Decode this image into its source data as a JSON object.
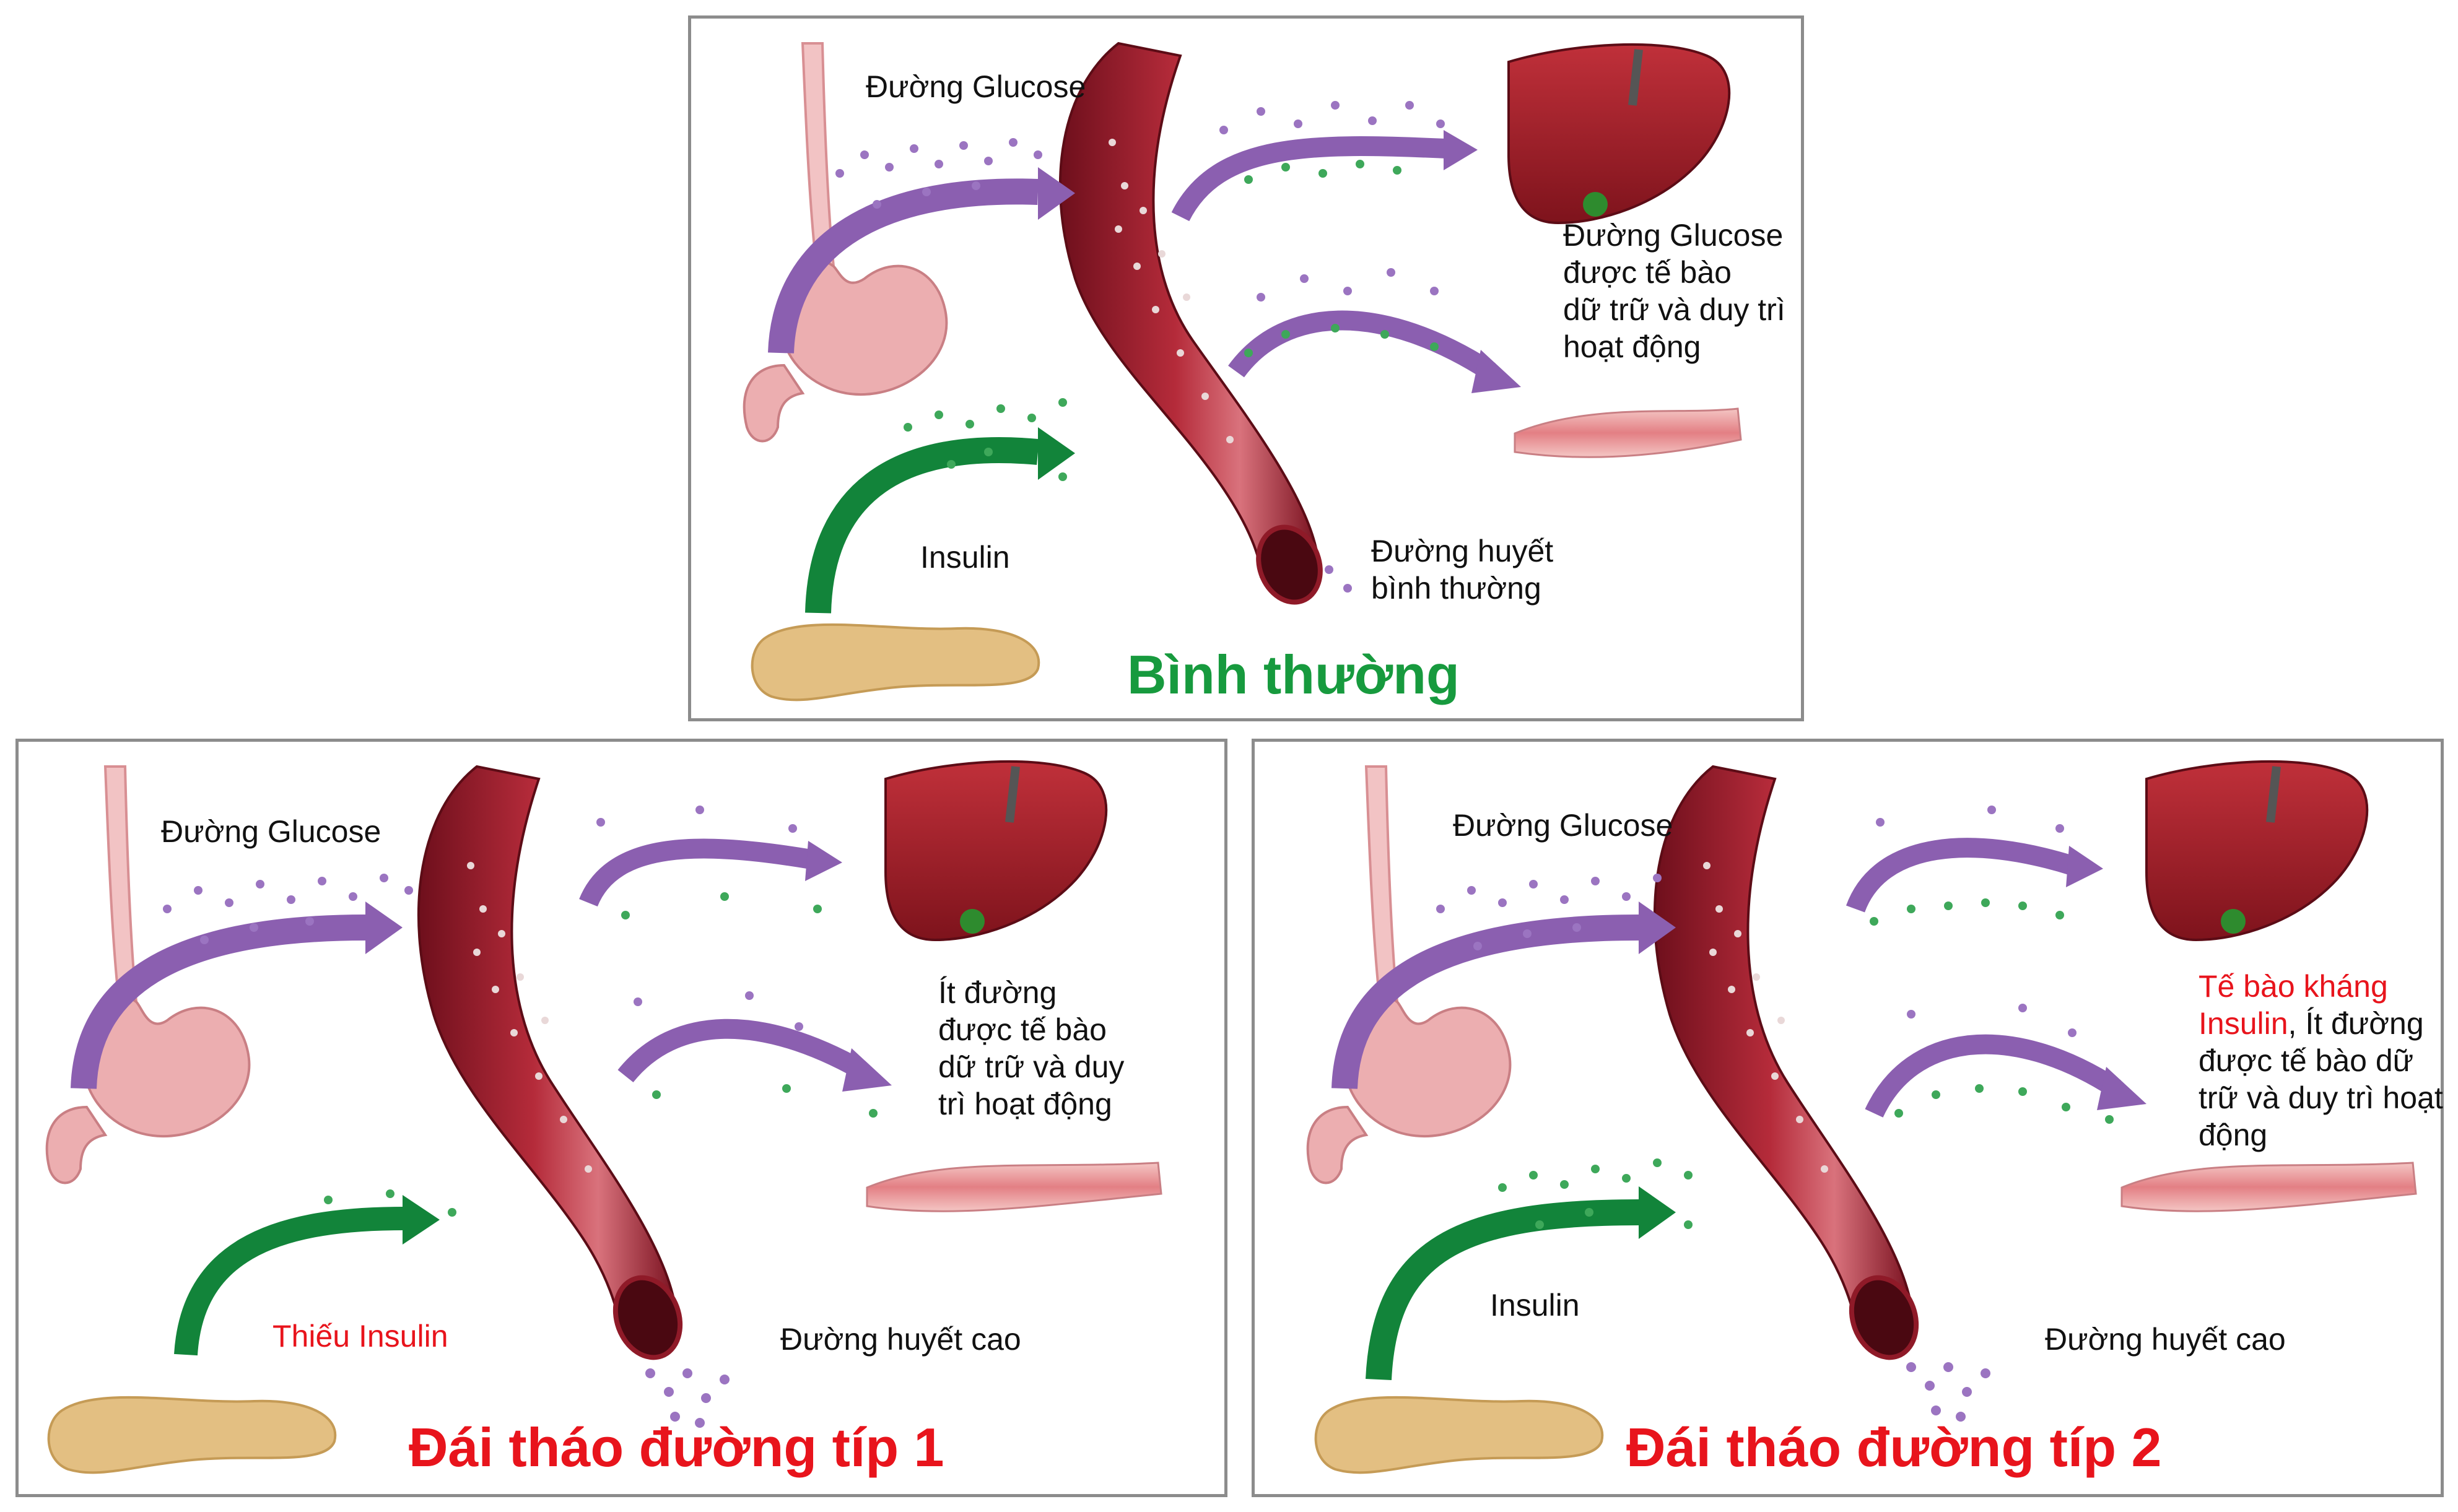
{
  "colors": {
    "purple": "#8b5fb0",
    "green": "#12843a",
    "vessel": "#9c1d2c",
    "liver": "#a01e26",
    "stomach": "#ecaeb0",
    "pancreas": "#e3bf82",
    "muscle": "#e99a9a",
    "title_green": "#179a3e",
    "title_red": "#e8141c"
  },
  "normal": {
    "title": "Bình thường",
    "glucose_label": "Đường Glucose",
    "insulin_label": "Insulin",
    "blood_label_l1": "Đường huyết",
    "blood_label_l2": "bình thường",
    "cell_label_l1": "Đường Glucose",
    "cell_label_l2": "được tế bào",
    "cell_label_l3": "dữ trữ và duy trì",
    "cell_label_l4": "hoạt động"
  },
  "type1": {
    "title": "Đái tháo đường típ 1",
    "glucose_label": "Đường Glucose",
    "insulin_label": "Thiếu Insulin",
    "blood_label": "Đường huyết cao",
    "cell_label_l1": "Ít đường",
    "cell_label_l2": "được tế bào",
    "cell_label_l3": "dữ trữ và duy",
    "cell_label_l4": "trì hoạt động"
  },
  "type2": {
    "title": "Đái tháo đường típ 2",
    "glucose_label": "Đường Glucose",
    "insulin_label": "Insulin",
    "blood_label": "Đường huyết cao",
    "cell_label_red": "Tế bào kháng Insulin",
    "cell_label_rest": ", Ít đường được tế bào dữ trữ và duy trì hoạt động"
  }
}
